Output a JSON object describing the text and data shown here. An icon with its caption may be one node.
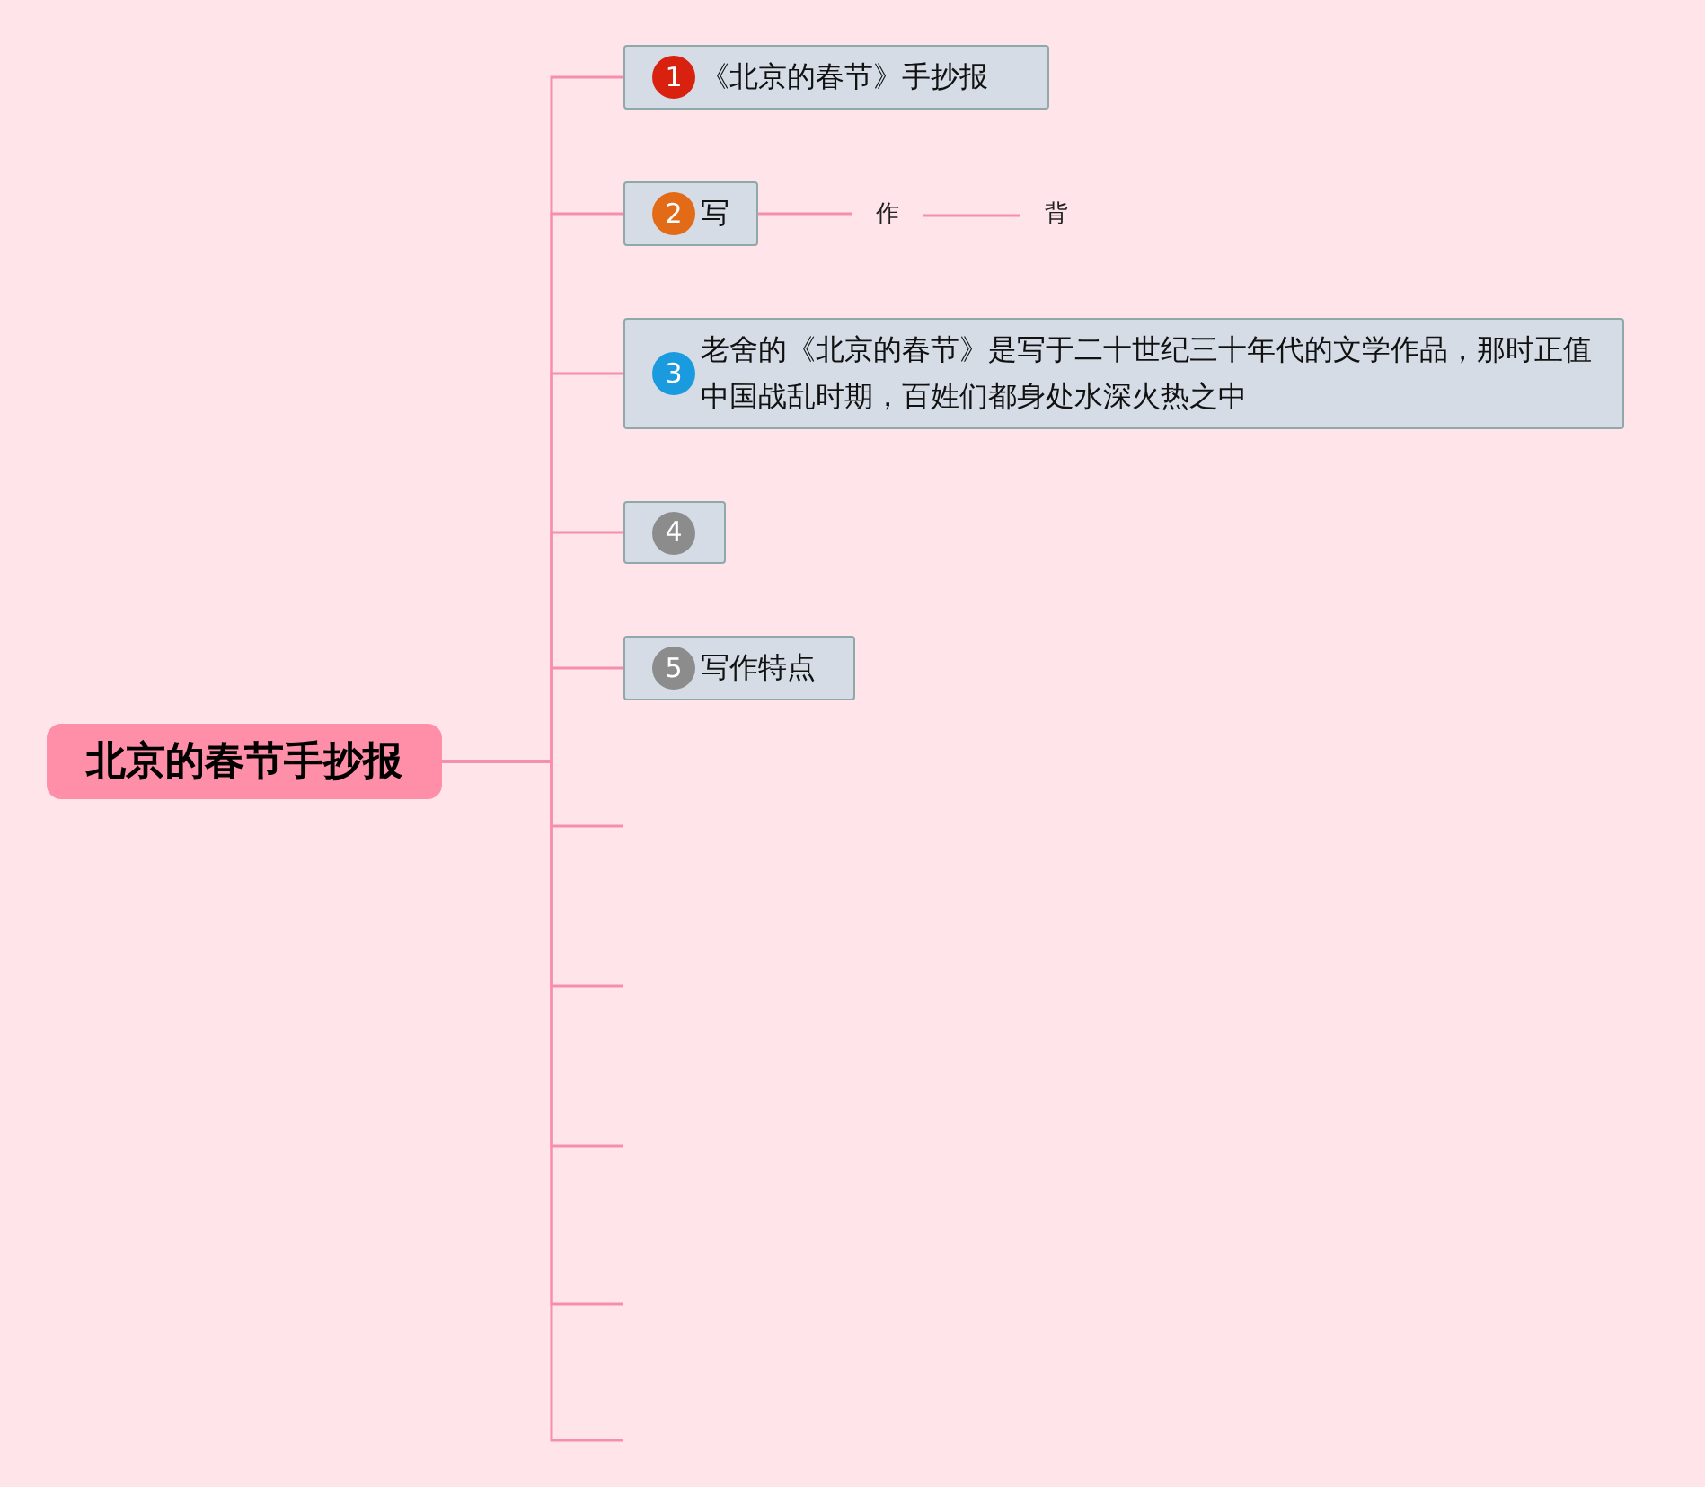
{
  "diagram": {
    "nodes": [
      {
        "text": [
          "北京的春节手抄报"
        ]
      },
      {
        "text": [
          "1",
          "《北京的春节》手抄报"
        ]
      },
      {
        "text": [
          "2",
          "写"
        ]
      },
      {
        "text": [
          "3",
          "老舍的《北京的春节》是写于二十世纪三十年代的文学作品，那时正值中国战乱时期，百姓们都身处水深火热之中"
        ]
      },
      {
        "text": [
          "4"
        ]
      },
      {
        "text": [
          "5",
          "写作特点"
        ]
      },
      {
        "text": [
          "作"
        ]
      },
      {
        "text": [
          "背"
        ]
      }
    ],
    "edges": [
      {
        "from": 0,
        "to": 1,
        "arrow": "none"
      },
      {
        "from": 0,
        "to": 2,
        "arrow": "none"
      },
      {
        "from": 0,
        "to": 3,
        "arrow": "none"
      },
      {
        "from": 0,
        "to": 4,
        "arrow": "none"
      },
      {
        "from": 0,
        "to": 5,
        "arrow": "none"
      },
      {
        "from": 0,
        "to": null,
        "arrow": "none"
      },
      {
        "from": 0,
        "to": null,
        "arrow": "none"
      },
      {
        "from": 0,
        "to": null,
        "arrow": "none"
      },
      {
        "from": 0,
        "to": null,
        "arrow": "none"
      },
      {
        "from": 0,
        "to": null,
        "arrow": "none"
      },
      {
        "from": 2,
        "to": 6,
        "arrow": "none"
      },
      {
        "from": 6,
        "to": 7,
        "arrow": "none"
      }
    ]
  }
}
